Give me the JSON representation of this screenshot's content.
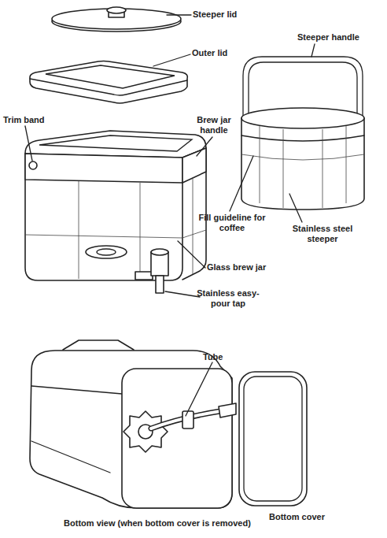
{
  "diagram": {
    "labels": [
      "Steeper lid",
      "Outer lid",
      "Steeper handle",
      "Trim band",
      "Brew jar handle",
      "Fill guideline for coffee",
      "Stainless steel steeper",
      "Glass brew jar",
      "Stainless easy-pour tap",
      "Tube",
      "Bottom view (when bottom cover is removed)",
      "Bottom cover"
    ]
  }
}
